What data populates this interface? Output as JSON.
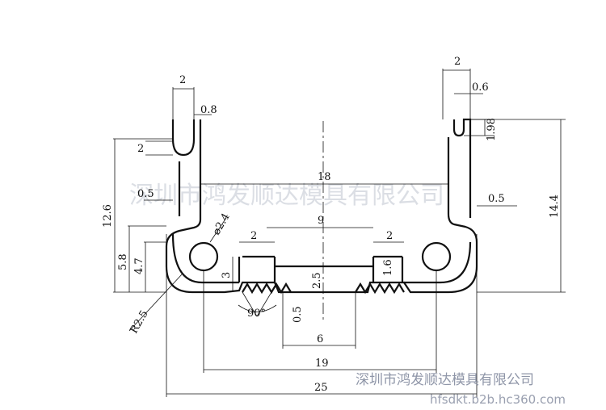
{
  "watermark": {
    "center_text": "深圳市鸿发顺达模具有限公司",
    "footer_company": "深圳市鸿发顺达模具有限公司",
    "footer_url": "hfsdkt.b2b.hc360.com"
  },
  "dimensions": {
    "left_top_width": "2",
    "left_slot_width": "0.8",
    "left_slot_depth": "2",
    "right_top_width": "2",
    "right_slot_width": "0.6",
    "right_slot_depth": "1.98",
    "inner_width": "18",
    "inner_step_width": "9",
    "left_step": "2",
    "right_step": "2",
    "left_wall": "0.5",
    "right_wall": "0.5",
    "overall_left_height": "12.6",
    "overall_right_height": "14.4",
    "left_height_a": "5.8",
    "left_height_b": "4.7",
    "circle_radius": "⌀2.4",
    "step_height_left": "3",
    "step_height_center": "2.5",
    "step_height_right": "1.6",
    "groove_depth": "0.5",
    "serration_angle": "90°",
    "center_width": "6",
    "mid_width": "19",
    "overall_width": "25",
    "corner_radius": "R2.5"
  }
}
